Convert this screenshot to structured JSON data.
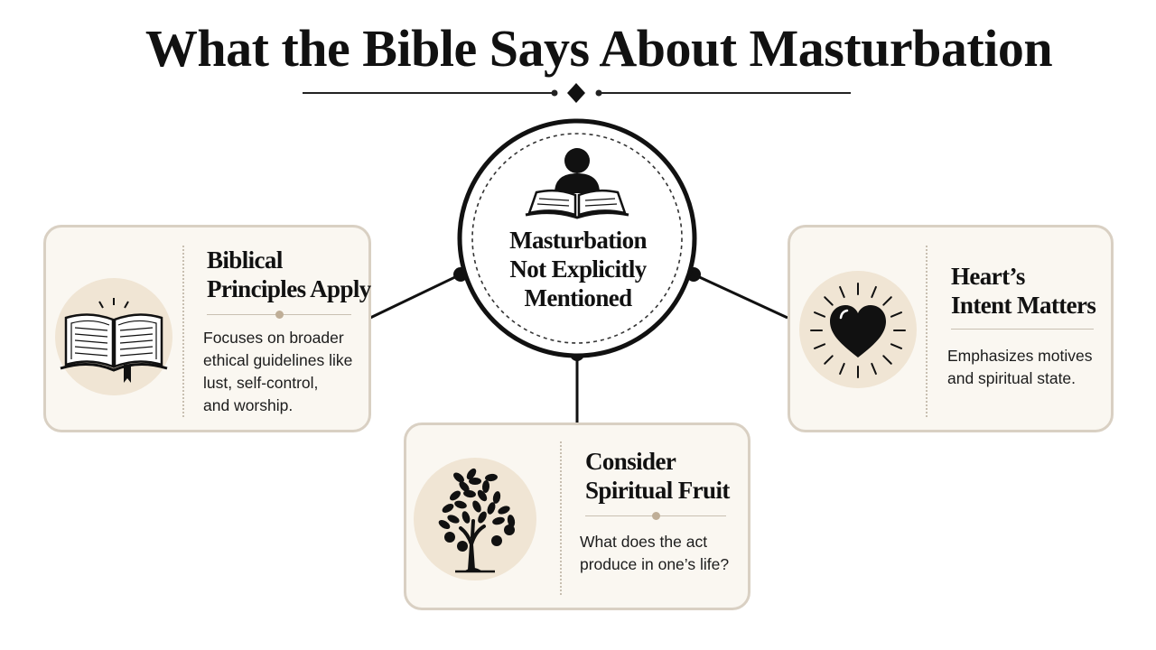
{
  "title": "What the Bible Says About Masturbation",
  "center": {
    "icon": "person-reading-book-icon",
    "lines": [
      "Masturbation",
      "Not Explicitly",
      "Mentioned"
    ]
  },
  "cards": [
    {
      "icon": "open-bible-icon",
      "title_lines": [
        "Biblical",
        "Principles Apply"
      ],
      "body_lines": [
        "Focuses on broader",
        "ethical guidelines like",
        "lust, self-control,",
        "and worship."
      ]
    },
    {
      "icon": "heart-icon",
      "title_lines": [
        "Heart’s",
        "Intent Matters"
      ],
      "body_lines": [
        "Emphasizes motives",
        "and spiritual state."
      ]
    },
    {
      "icon": "fruit-tree-icon",
      "title_lines": [
        "Consider",
        "Spiritual Fruit"
      ],
      "body_lines": [
        "What does the act",
        "produce in one’s life?"
      ]
    }
  ],
  "colors": {
    "card_background": "#faf7f1",
    "card_border": "#d9d0c3",
    "icon_circle": "#f0e5d4",
    "ink": "#111111"
  }
}
